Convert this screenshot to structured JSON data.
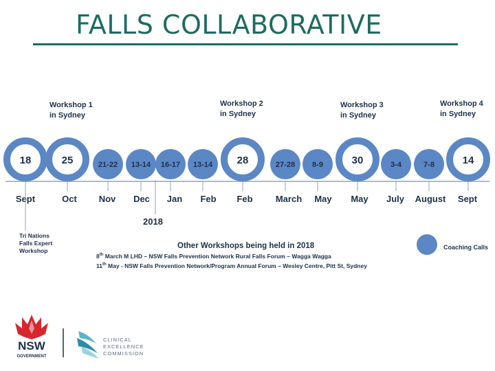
{
  "title": "FALLS COLLABORATIVE",
  "workshops": [
    {
      "label": "Workshop 1\nin Sydney"
    },
    {
      "label": "Workshop 2\nin Sydney"
    },
    {
      "label": "Workshop 3\nin Sydney"
    },
    {
      "label": "Workshop 4\nin Sydney"
    }
  ],
  "events": [
    {
      "day": "18",
      "month": "Sept",
      "kind": "workshop"
    },
    {
      "day": "25",
      "month": "Oct",
      "kind": "workshop"
    },
    {
      "day": "21-22",
      "month": "Nov",
      "kind": "coaching"
    },
    {
      "day": "13-14",
      "month": "Dec",
      "kind": "coaching"
    },
    {
      "day": "16-17",
      "month": "Jan",
      "kind": "coaching"
    },
    {
      "day": "13-14",
      "month": "Feb",
      "kind": "coaching"
    },
    {
      "day": "28",
      "month": "Feb",
      "kind": "workshop"
    },
    {
      "day": "27-28",
      "month": "March",
      "kind": "coaching"
    },
    {
      "day": "8-9",
      "month": "May",
      "kind": "coaching"
    },
    {
      "day": "30",
      "month": "May",
      "kind": "workshop"
    },
    {
      "day": "3-4",
      "month": "July",
      "kind": "coaching"
    },
    {
      "day": "7-8",
      "month": "August",
      "kind": "coaching"
    },
    {
      "day": "14",
      "month": "Sept",
      "kind": "workshop"
    }
  ],
  "year_marker": "2018",
  "first_workshop_note": "Tri Nations\nFalls Expert\nWorkshop",
  "legend": {
    "label": "Coaching Calls"
  },
  "other_workshops": {
    "heading": "Other Workshops being held in 2018",
    "lines": [
      {
        "day": "8",
        "sup": "th",
        "text": " March M LHD – NSW Falls Prevention Network Rural Falls Forum – Wagga Wagga"
      },
      {
        "day": "11",
        "sup": "th",
        "text": " May  - NSW Falls Prevention Network/Program Annual Forum – Wesley Centre, Pitt St, Sydney"
      }
    ]
  },
  "logos": {
    "nsw_text": "NSW",
    "nsw_sub": "GOVERNMENT",
    "cec_lines": [
      "CLINICAL",
      "EXCELLENCE",
      "COMMISSION"
    ]
  },
  "colors": {
    "title": "#1f6b61",
    "circle": "#5b87c5",
    "text": "#1e2f4a",
    "axis": "#8fa2c4",
    "waratah": "#d7262e"
  }
}
